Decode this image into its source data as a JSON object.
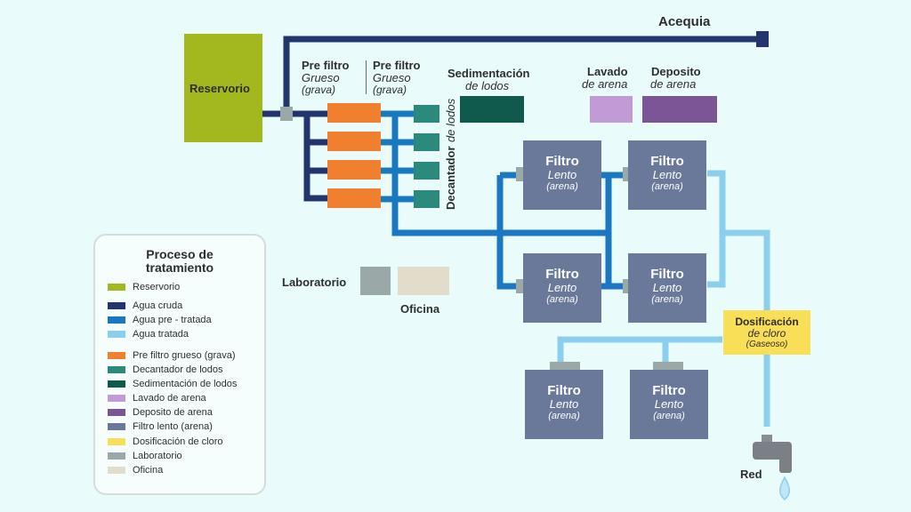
{
  "labels": {
    "acequia": "Acequia",
    "reservorio": "Reservorio",
    "prefiltro1": {
      "title": "Pre filtro",
      "sub": "Grueso",
      "sub2": "(grava)"
    },
    "prefiltro2": {
      "title": "Pre filtro",
      "sub": "Grueso",
      "sub2": "(grava)"
    },
    "sedimentacion": {
      "title": "Sedimentación",
      "sub": "de lodos"
    },
    "lavado": {
      "title": "Lavado",
      "sub": "de arena"
    },
    "deposito": {
      "title": "Deposito",
      "sub": "de arena"
    },
    "decantador": {
      "title": "Decantador",
      "sub": "de lodos"
    },
    "laboratorio": "Laboratorio",
    "oficina": "Oficina",
    "dosificacion": {
      "title": "Dosificación",
      "sub": "de cloro",
      "sub2": "(Gaseoso)"
    },
    "red": "Red"
  },
  "filtro": {
    "title": "Filtro",
    "sub": "Lento",
    "sub2": "(arena)"
  },
  "legend": {
    "title_line1": "Proceso de",
    "title_line2": "tratamiento",
    "items": [
      {
        "label": "Reservorio",
        "color": "#a3b71f"
      },
      {
        "label": "Agua cruda",
        "color": "#23356f"
      },
      {
        "label": "Agua pre - tratada",
        "color": "#1a78c2"
      },
      {
        "label": "Agua tratada",
        "color": "#8bcfee"
      },
      {
        "label": "Pre filtro grueso (grava)",
        "color": "#f07f2f"
      },
      {
        "label": "Decantador de lodos",
        "color": "#2a8a7c"
      },
      {
        "label": "Sedimentación de lodos",
        "color": "#0f5a4c"
      },
      {
        "label": "Lavado de arena",
        "color": "#c29ad6"
      },
      {
        "label": "Deposito de arena",
        "color": "#7b5596"
      },
      {
        "label": "Filtro lento (arena)",
        "color": "#6a789a"
      },
      {
        "label": "Dosificación de cloro",
        "color": "#f9df57"
      },
      {
        "label": "Laboratorio",
        "color": "#9aa9a7"
      },
      {
        "label": "Oficina",
        "color": "#e2dccb"
      }
    ]
  }
}
